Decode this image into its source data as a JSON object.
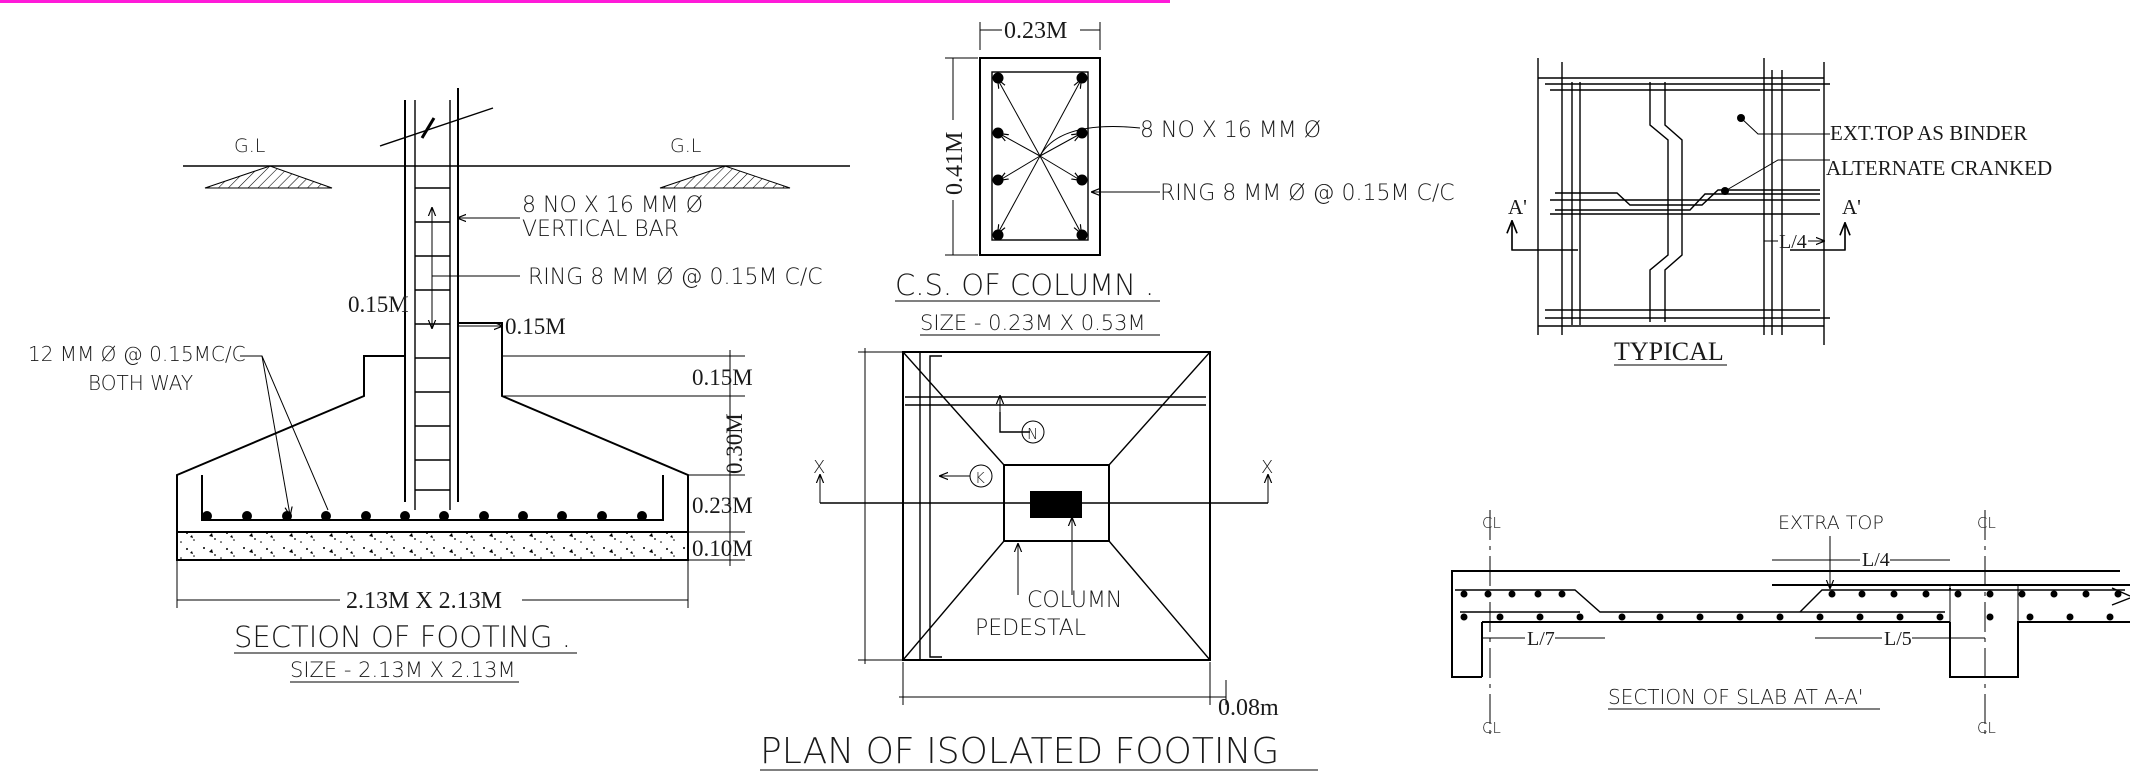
{
  "colors": {
    "top_rule": "#ff1ad9",
    "ink": "#000000",
    "paper": "#ffffff"
  },
  "section_footing": {
    "gl_left": "G.L",
    "gl_right": "G.L",
    "vertical_bar_line1": "8 NO X 16 MM Ø",
    "vertical_bar_line2": "VERTICAL BAR",
    "ring_note": "RING 8 MM Ø @ 0.15M C/C",
    "dim_left_offset": "0.15M",
    "dim_right_offset": "0.15M",
    "bottom_bar_line1": "12 MM Ø @ 0.15MC/C",
    "bottom_bar_line2": "BOTH WAY",
    "dim_step": "0.15M",
    "dim_slope": "0.30M",
    "dim_base": "0.23M",
    "dim_pcc": "0.10M",
    "dim_width": "2.13M X 2.13M",
    "title": "SECTION OF FOOTING .",
    "subtitle": "SIZE - 2.13M X 2.13M"
  },
  "column_section": {
    "dim_width": "0.23M",
    "dim_depth": "0.41M",
    "main_bar_note": "8 NO X 16 MM Ø",
    "ring_note": "RING 8 MM Ø @ 0.15M C/C",
    "title": "C.S. OF COLUMN .",
    "subtitle": "SIZE - 0.23M X 0.53M"
  },
  "plan_footing": {
    "axis_left": "X",
    "axis_right": "X",
    "marker_n": "N",
    "marker_k": "K",
    "column_label": "COLUMN",
    "pedestal_label": "PEDESTAL",
    "dim_offset": "0.08m",
    "title": "PLAN OF ISOLATED FOOTING"
  },
  "typical_detail": {
    "note_binder": "EXT.TOP AS BINDER",
    "note_cranked": "ALTERNATE CRANKED",
    "section_mark_left": "A'",
    "section_mark_right": "A'",
    "dim_quarter": "L/4",
    "title": "TYPICAL"
  },
  "slab_section": {
    "centerline_mark": "CL",
    "extra_top": "EXTRA TOP",
    "dim_quarter": "L/4",
    "dim_seventh": "L/7",
    "dim_fifth": "L/5",
    "title": "SECTION OF SLAB AT A-A'"
  }
}
